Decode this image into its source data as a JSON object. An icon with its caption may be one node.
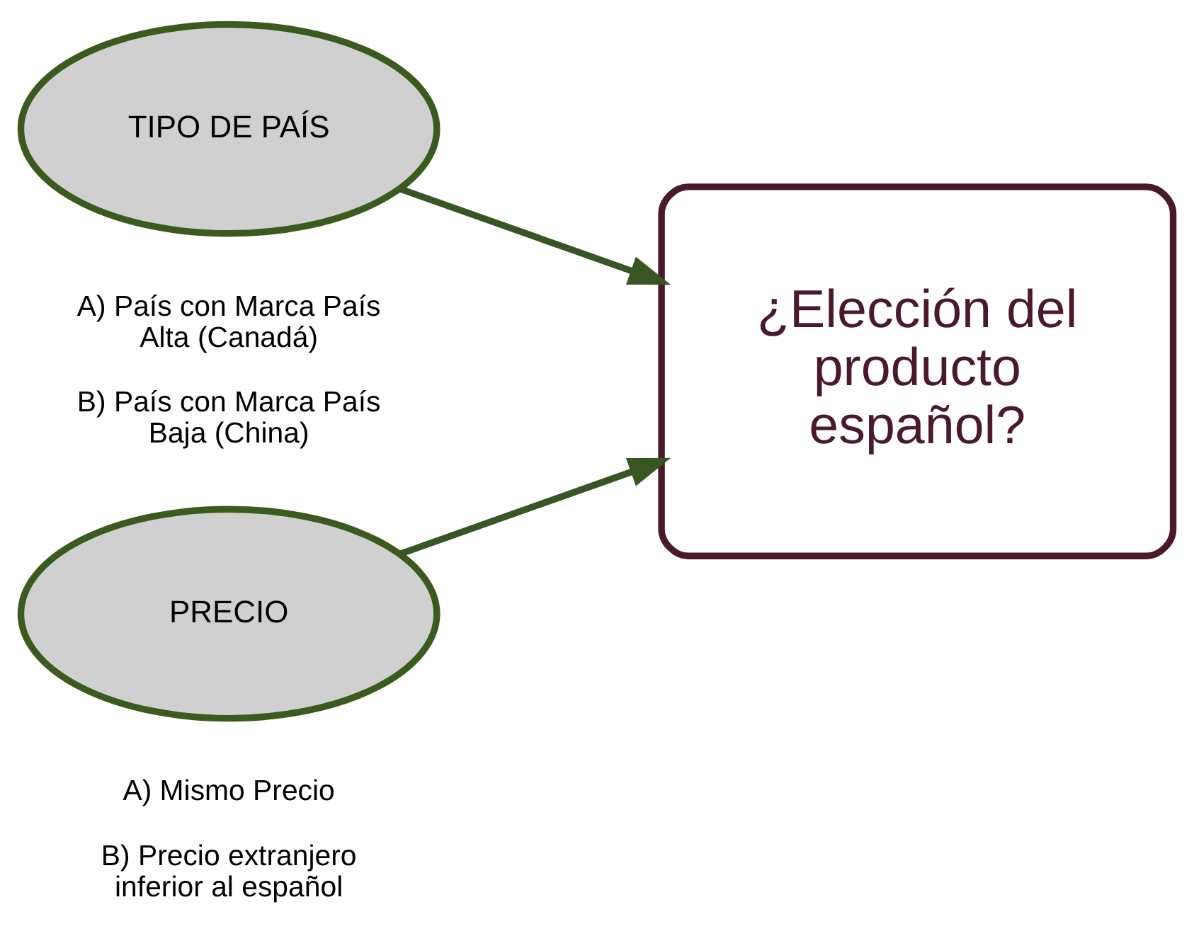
{
  "diagram": {
    "nodes": [
      {
        "text": [
          "TIPO DE PAÍS"
        ],
        "beside": [
          "A) País con Marca País Alta (Canadá)",
          "B) País con Marca País Baja (China)"
        ]
      },
      {
        "text": [
          "PRECIO"
        ],
        "beside": [
          "A) Mismo Precio",
          "B) Precio extranjero inferior al español"
        ]
      },
      {
        "text": [
          "¿Elección del producto español?"
        ]
      }
    ],
    "edges": [
      {
        "from": 0,
        "to": 2,
        "arrow": "to"
      },
      {
        "from": 1,
        "to": 2,
        "arrow": "to"
      }
    ]
  }
}
